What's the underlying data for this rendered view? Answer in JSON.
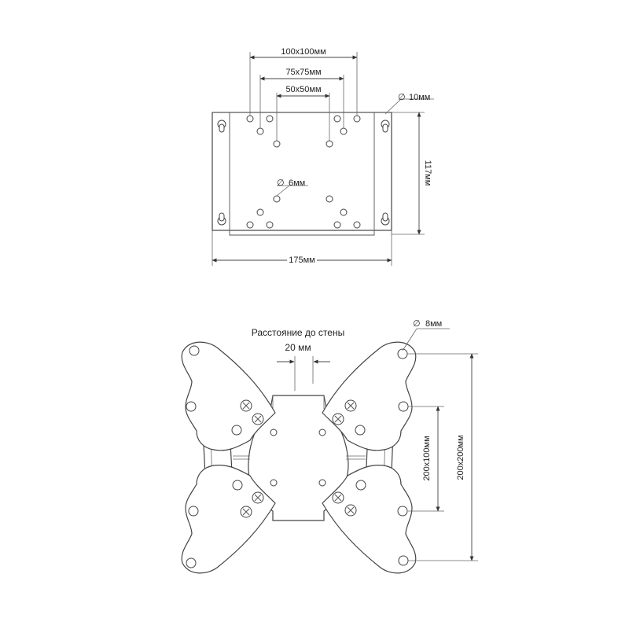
{
  "top_view": {
    "label_100": "100x100мм",
    "label_75": "75x75мм",
    "label_50": "50x50мм",
    "label_hole_large": "10мм",
    "label_hole_small": "6мм",
    "label_height": "117мм",
    "label_width": "175мм",
    "diameter_symbol": "∅"
  },
  "bottom_view": {
    "label_hole": "8мм",
    "diameter_symbol": "∅",
    "label_wall_title": "Расстояние до стены",
    "label_wall_value": "20 мм",
    "label_inner": "200x100мм",
    "label_outer": "200x200мм"
  }
}
